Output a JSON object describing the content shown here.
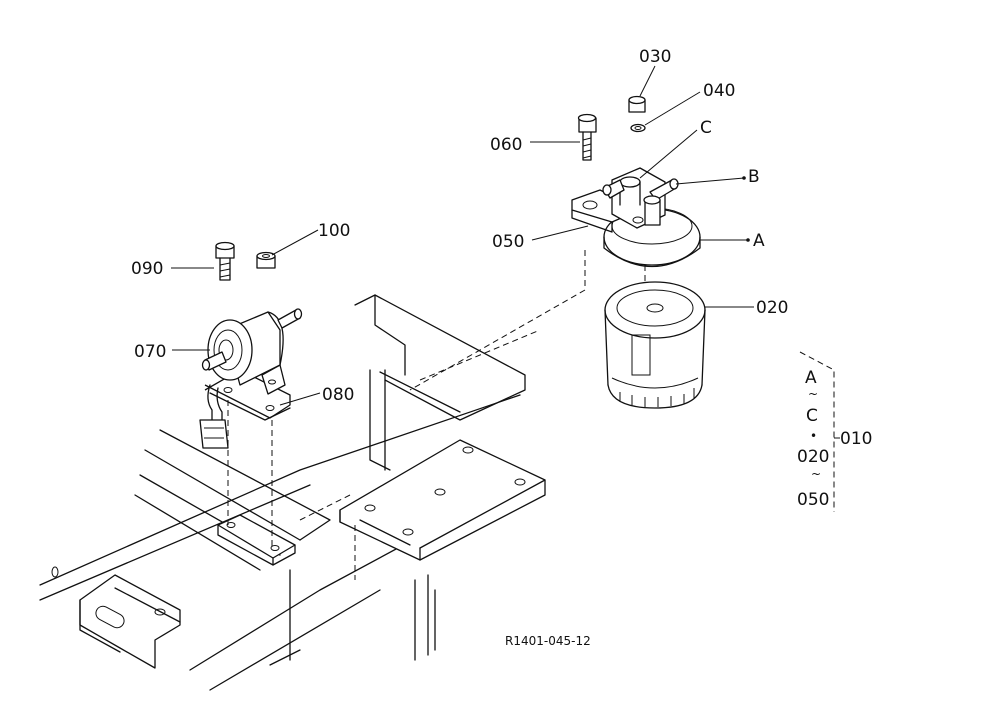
{
  "callouts": {
    "p030": "030",
    "p040": "040",
    "pC": "C",
    "p060": "060",
    "pB": "B",
    "p050": "050",
    "pA": "A",
    "p100": "100",
    "p090": "090",
    "p020": "020",
    "p070": "070",
    "p080": "080"
  },
  "assembly_group": {
    "line1": "A",
    "line2": "~",
    "line3": "C",
    "line4": "•",
    "line5": "020",
    "line6": "~",
    "line7": "050",
    "ref": "010"
  },
  "drawing_code": "R1401-045-12"
}
